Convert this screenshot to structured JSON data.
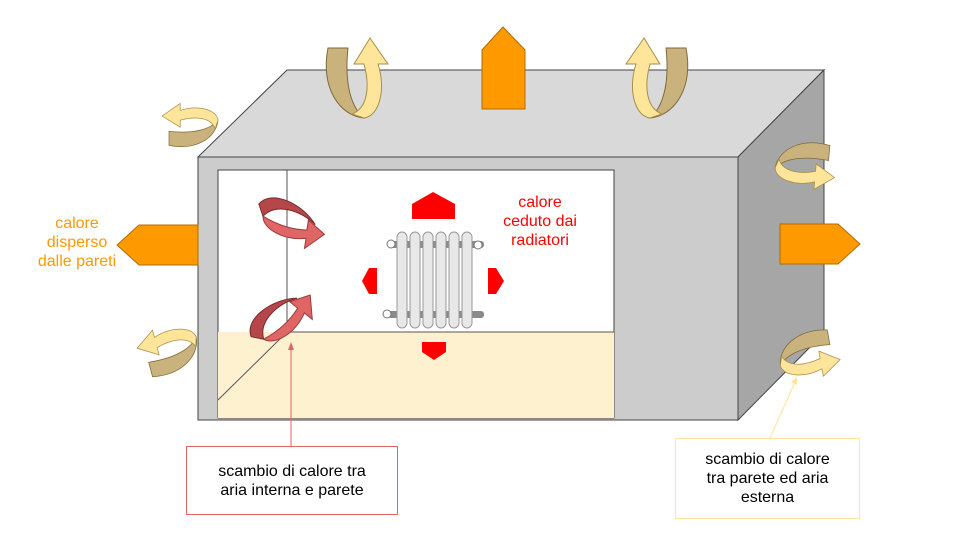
{
  "labels": {
    "heat_loss": [
      "calore",
      "disperso",
      "dalle pareti"
    ],
    "radiator_heat": [
      "calore",
      "ceduto dai",
      "radiatori"
    ],
    "inner_exchange": [
      "scambio di calore tra",
      "aria interna e parete"
    ],
    "outer_exchange": [
      "scambio di calore",
      "tra parete ed aria",
      "esterna"
    ]
  },
  "colors": {
    "wall_front": "#cccccc",
    "wall_top": "#d9d9d9",
    "wall_side": "#a6a6a6",
    "outline": "#333333",
    "floor": "#fdf1d0",
    "loss_arrow": "#ff9900",
    "loss_text": "#ff9900",
    "radiator_arrow": "#ff0000",
    "radiator_text": "#ff0000",
    "inner_swirl_dark": "#b5474a",
    "inner_swirl_light": "#e06666",
    "outer_swirl_dark": "#c9b27c",
    "outer_swirl_light": "#ffe599",
    "inner_box_border": "#e06666",
    "outer_box_border": "#ffe599"
  },
  "icons": [
    "radiator-icon",
    "heat-arrow-icon",
    "curved-airflow-arrow-icon"
  ]
}
